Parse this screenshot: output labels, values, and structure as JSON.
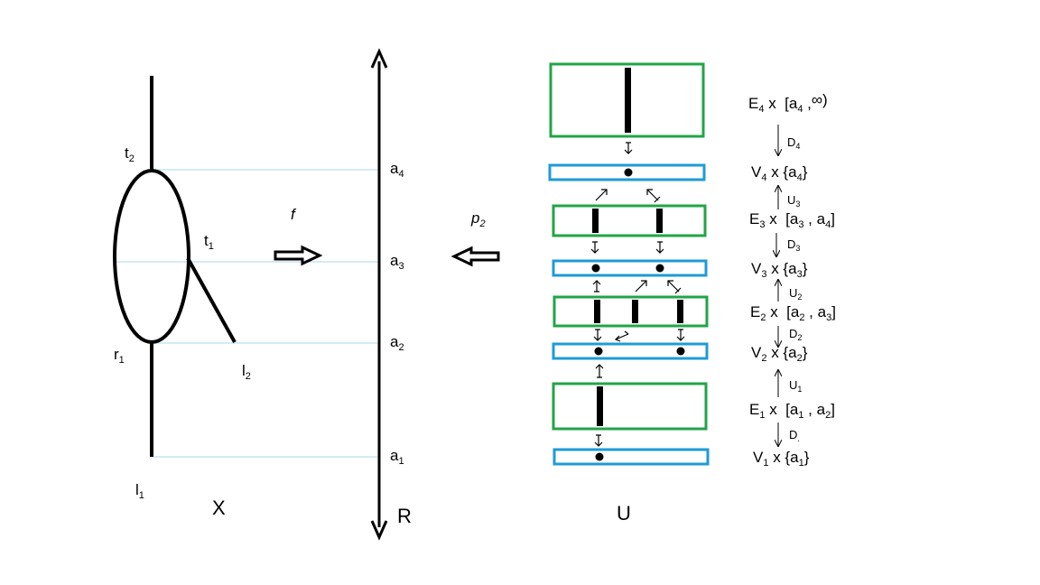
{
  "colors": {
    "edge_box": "#22a447",
    "vertex_box": "#1e9bd7",
    "guide": "#a8d8e8",
    "ink": "#000000"
  },
  "space_x": {
    "label": "X",
    "points": [
      {
        "base": "t",
        "sub": "2"
      },
      {
        "base": "t",
        "sub": "1"
      },
      {
        "base": "r",
        "sub": "1"
      },
      {
        "base": "l",
        "sub": "2"
      },
      {
        "base": "l",
        "sub": "1"
      }
    ]
  },
  "map_f": {
    "label": "f"
  },
  "map_p": {
    "base": "p",
    "sub": "2"
  },
  "real_line": {
    "label": "R",
    "ticks": [
      {
        "base": "a",
        "sub": "4"
      },
      {
        "base": "a",
        "sub": "3"
      },
      {
        "base": "a",
        "sub": "2"
      },
      {
        "base": "a",
        "sub": "1"
      }
    ]
  },
  "space_u": {
    "label": "U"
  },
  "levels": [
    {
      "kind": "edge",
      "base": "E",
      "sub": "4",
      "x": " x  ",
      "interval": [
        "[a",
        "4",
        " ,",
        "",
        "∞)"
      ]
    },
    {
      "kind": "down",
      "base": "D",
      "sub": "4"
    },
    {
      "kind": "vertex",
      "base": "V",
      "sub": "4",
      "x": " x ",
      "set": [
        "{a",
        "4",
        "}"
      ]
    },
    {
      "kind": "up",
      "base": "U",
      "sub": "3"
    },
    {
      "kind": "edge",
      "base": "E",
      "sub": "3",
      "x": " x  ",
      "interval": [
        "[a",
        "3",
        " , a",
        "4",
        "]"
      ]
    },
    {
      "kind": "down",
      "base": "D",
      "sub": "3"
    },
    {
      "kind": "vertex",
      "base": "V",
      "sub": "3",
      "x": " x ",
      "set": [
        "{a",
        "3",
        "}"
      ]
    },
    {
      "kind": "up",
      "base": "U",
      "sub": "2"
    },
    {
      "kind": "edge",
      "base": "E",
      "sub": "2",
      "x": " x  ",
      "interval": [
        "[a",
        "2",
        " , a",
        "3",
        "]"
      ]
    },
    {
      "kind": "down",
      "base": "D",
      "sub": "2"
    },
    {
      "kind": "vertex",
      "base": "V",
      "sub": "2",
      "x": " x ",
      "set": [
        "{a",
        "2",
        "}"
      ]
    },
    {
      "kind": "up",
      "base": "U",
      "sub": "1"
    },
    {
      "kind": "edge",
      "base": "E",
      "sub": "1",
      "x": " x  ",
      "interval": [
        "[a",
        "1",
        " , a",
        "2",
        "]"
      ]
    },
    {
      "kind": "down",
      "base": "D",
      "sub": "."
    },
    {
      "kind": "vertex",
      "base": "V",
      "sub": "1",
      "x": " x ",
      "set": [
        "{a",
        "1",
        "}"
      ]
    }
  ]
}
